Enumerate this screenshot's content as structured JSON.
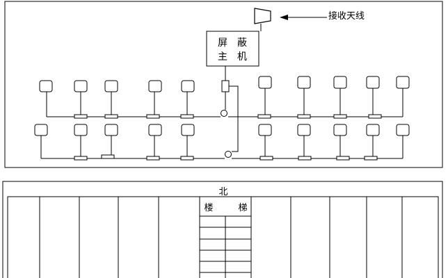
{
  "top_diagram": {
    "antenna_label": "接收天线",
    "host_label_line1": "屏　蔽",
    "host_label_line2": "主　机",
    "tap_count_left_row1": 5,
    "tap_count_right_row1": 5,
    "tap_count_left_row2": 5,
    "tap_count_right_row2": 5
  },
  "floor_plan": {
    "north_label": "北",
    "stair_label_left": "楼",
    "stair_label_right": "梯"
  }
}
